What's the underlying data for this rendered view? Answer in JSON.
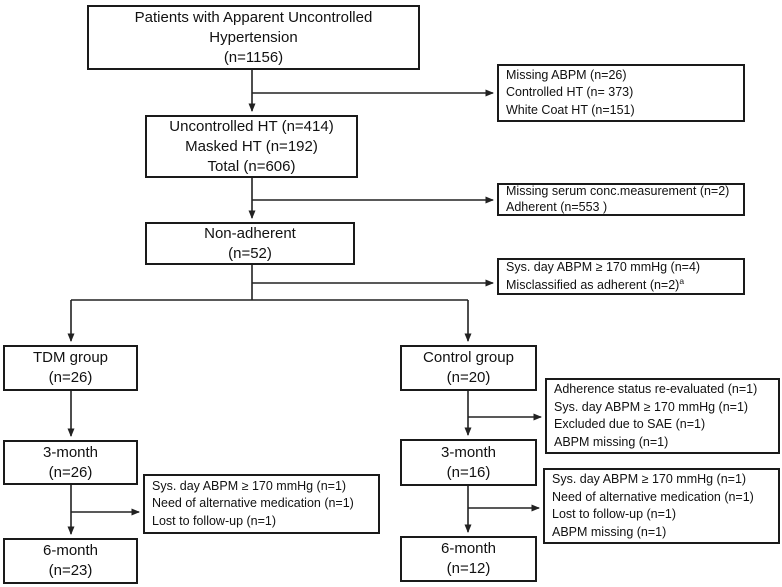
{
  "boxes": {
    "patients": {
      "lines": [
        "Patients with Apparent Uncontrolled",
        "Hypertension",
        "(n=1156)"
      ]
    },
    "excl_abpm": {
      "lines": [
        "Missing ABPM (n=26)",
        "Controlled HT (n= 373)",
        "White Coat HT (n=151)"
      ]
    },
    "ht_totals": {
      "lines": [
        "Uncontrolled HT (n=414)",
        "Masked HT (n=192)",
        "Total (n=606)"
      ]
    },
    "excl_serum": {
      "lines": [
        "Missing serum conc.measurement (n=2)",
        "Adherent (n=553 )"
      ]
    },
    "non_adherent": {
      "lines": [
        "Non-adherent",
        "(n=52)"
      ]
    },
    "excl_misclassified": {
      "lines": [
        "Sys. day ABPM ≥ 170 mmHg (n=4)",
        "Misclassified as adherent (n=2)"
      ],
      "superscript": "a"
    },
    "tdm_group": {
      "lines": [
        "TDM group",
        "(n=26)"
      ]
    },
    "control_group": {
      "lines": [
        "Control group",
        "(n=20)"
      ]
    },
    "excl_control_3m": {
      "lines": [
        "Adherence status re-evaluated (n=1)",
        "Sys. day ABPM ≥ 170 mmHg (n=1)",
        "Excluded due to SAE (n=1)",
        "ABPM missing (n=1)"
      ]
    },
    "tdm_3_month": {
      "lines": [
        "3-month",
        "(n=26)"
      ]
    },
    "control_3_month": {
      "lines": [
        "3-month",
        "(n=16)"
      ]
    },
    "excl_tdm_6m": {
      "lines": [
        "Sys. day ABPM ≥ 170 mmHg (n=1)",
        "Need of alternative medication (n=1)",
        "Lost to follow-up (n=1)"
      ]
    },
    "excl_control_6m": {
      "lines": [
        "Sys. day ABPM ≥ 170 mmHg (n=1)",
        "Need of alternative medication (n=1)",
        "Lost to follow-up (n=1)",
        "ABPM missing (n=1)"
      ]
    },
    "tdm_6_month": {
      "lines": [
        "6-month",
        "(n=23)"
      ]
    },
    "control_6_month": {
      "lines": [
        "6-month",
        "(n=12)"
      ]
    }
  },
  "colors": {
    "background": "#ffffff",
    "box_border": "#1a1a1a",
    "arrow_line": "#222222",
    "text": "#111111"
  }
}
